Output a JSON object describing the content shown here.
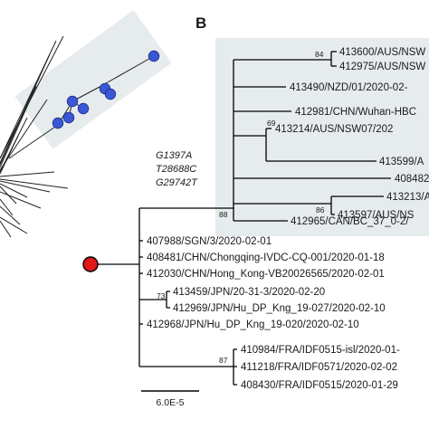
{
  "panel_label": "B",
  "mutations": [
    "G1397A",
    "T28688C",
    "G29742T"
  ],
  "scale_bar": "6.0E-5",
  "bootstrap": {
    "root_clade": "88",
    "aus_pair": "84",
    "aus_can": "69",
    "aus_213": "86",
    "jpn_pair": "73",
    "fra_pair": "87"
  },
  "leaves": {
    "l1": "413600/AUS/NSW",
    "l2": "412975/AUS/NSW",
    "l3": "413490/NZD/01/2020-02-",
    "l4": "412981/CHN/Wuhan-HBC",
    "l5": "413214/AUS/NSW07/202",
    "l6": "413599/A",
    "l7": "408482/",
    "l8": "413213/A",
    "l9": "413597/AUS/NS",
    "l10": "412965/CAN/BC_37_0-2/",
    "l11": "407988/SGN/3/2020-02-01",
    "l12": "408481/CHN/Chongqing-IVDC-CQ-001/2020-01-18",
    "l13": "412030/CHN/Hong_Kong-VB20026565/2020-02-01",
    "l14": "413459/JPN/20-31-3/2020-02-20",
    "l15": "412969/JPN/Hu_DP_Kng_19-027/2020-02-10",
    "l16": "412968/JPN/Hu_DP_Kng_19-020/2020-02-10",
    "l17": "410984/FRA/IDF0515-isl/2020-01-",
    "l18": "411218/FRA/IDF0571/2020-02-02",
    "l19": "408430/FRA/IDF0515/2020-01-29"
  },
  "colors": {
    "highlight_box": "#e6ecee",
    "node_blue": "#3a57d6",
    "root_red": "#e01818"
  }
}
